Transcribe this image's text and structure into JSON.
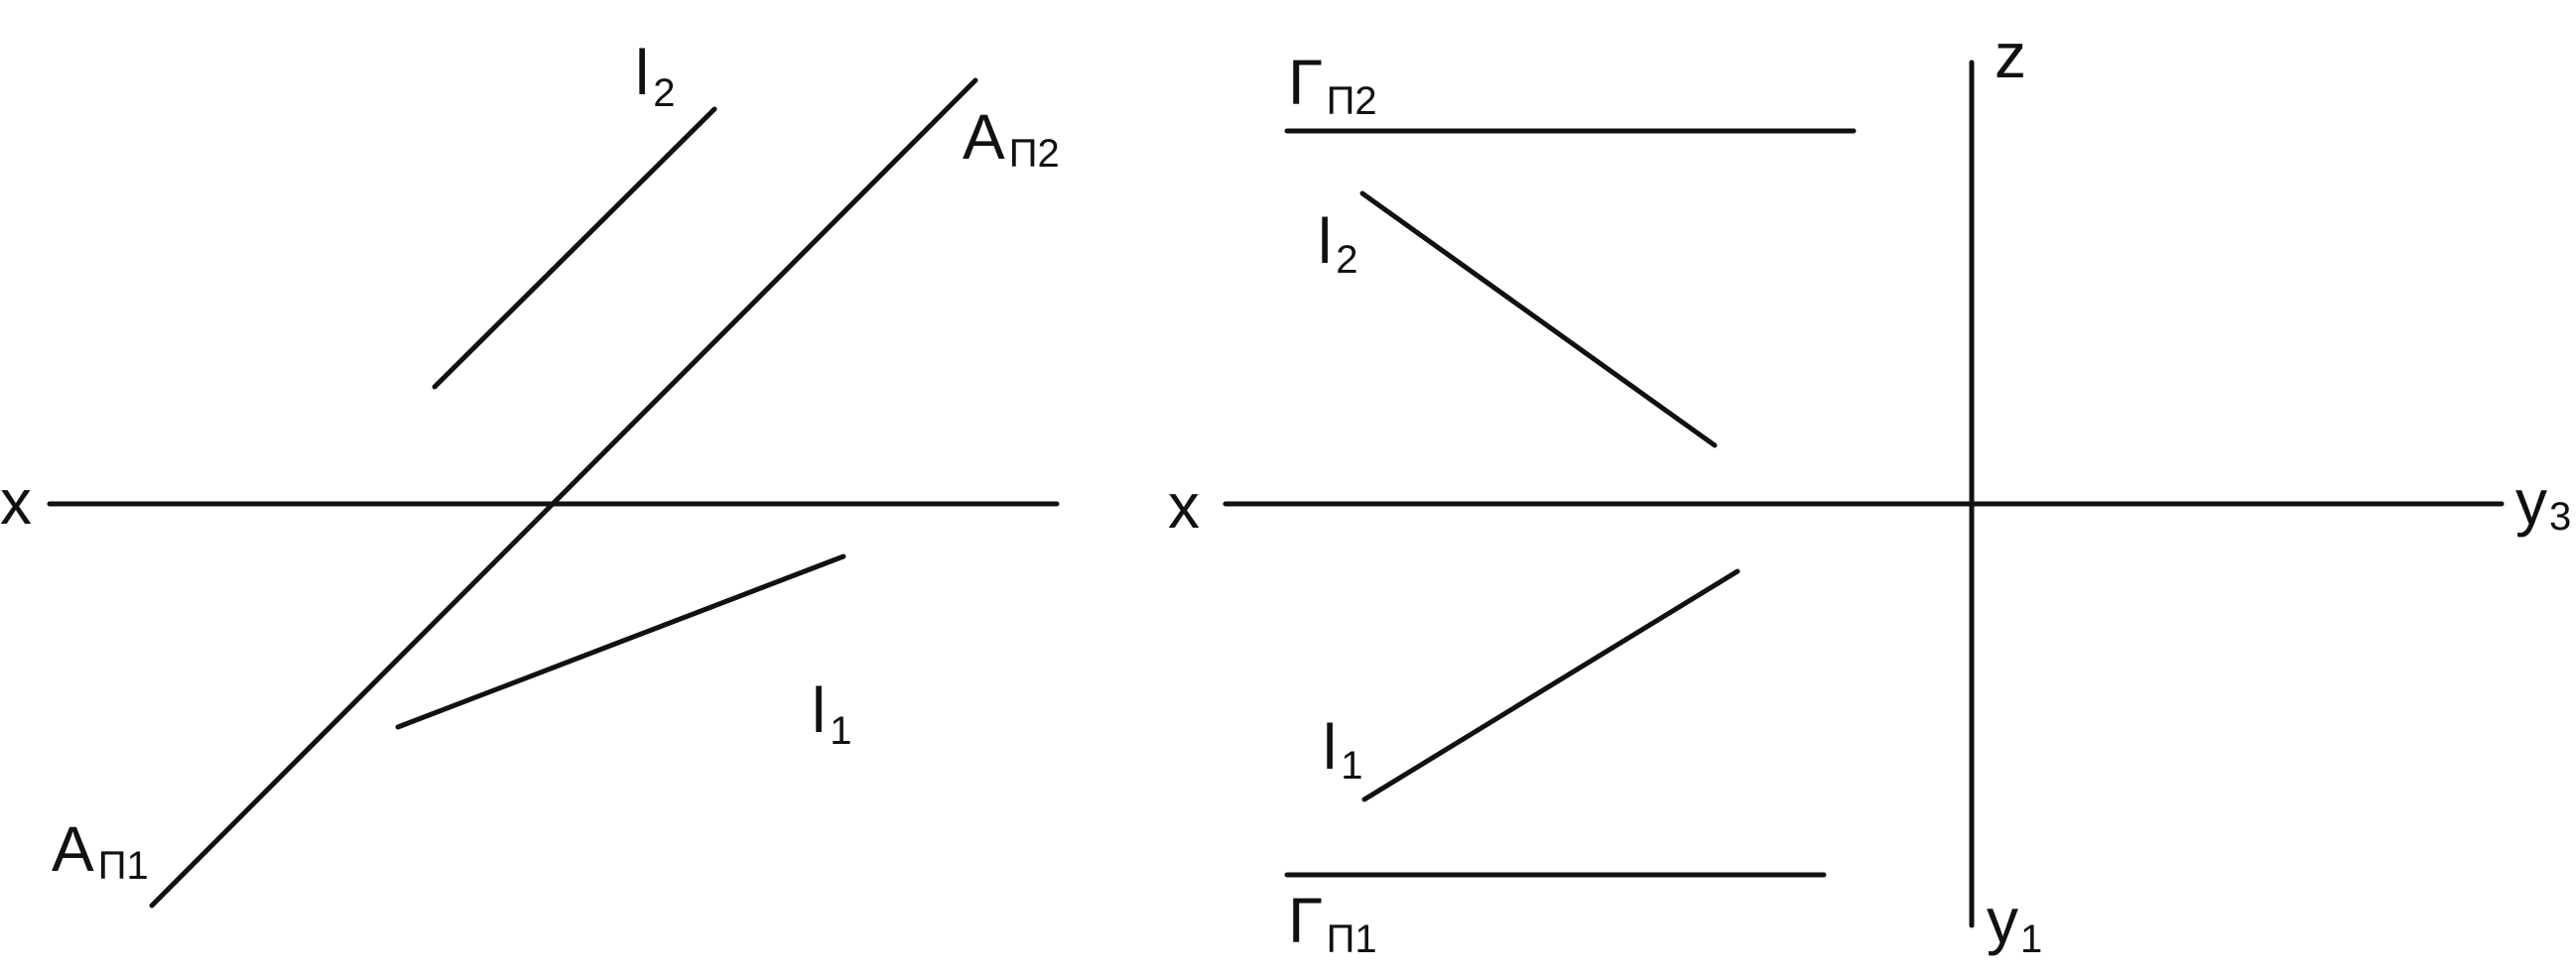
{
  "left_diagram": {
    "x_axis_label": "x",
    "l2": {
      "main": "l",
      "sub": "2"
    },
    "l1": {
      "main": "l",
      "sub": "1"
    },
    "a_pi2": {
      "main": "A",
      "sub": "П2"
    },
    "a_pi1": {
      "main": "A",
      "sub": "П1"
    }
  },
  "right_diagram": {
    "x_axis_label": "x",
    "z_axis_label": "z",
    "y3": {
      "main": "y",
      "sub": "3"
    },
    "y1": {
      "main": "y",
      "sub": "1"
    },
    "gamma_pi2": {
      "main": "Г",
      "sub": "П2"
    },
    "gamma_pi1": {
      "main": "Г",
      "sub": "П1"
    },
    "l2": {
      "main": "l",
      "sub": "2"
    },
    "l1": {
      "main": "l",
      "sub": "1"
    }
  }
}
